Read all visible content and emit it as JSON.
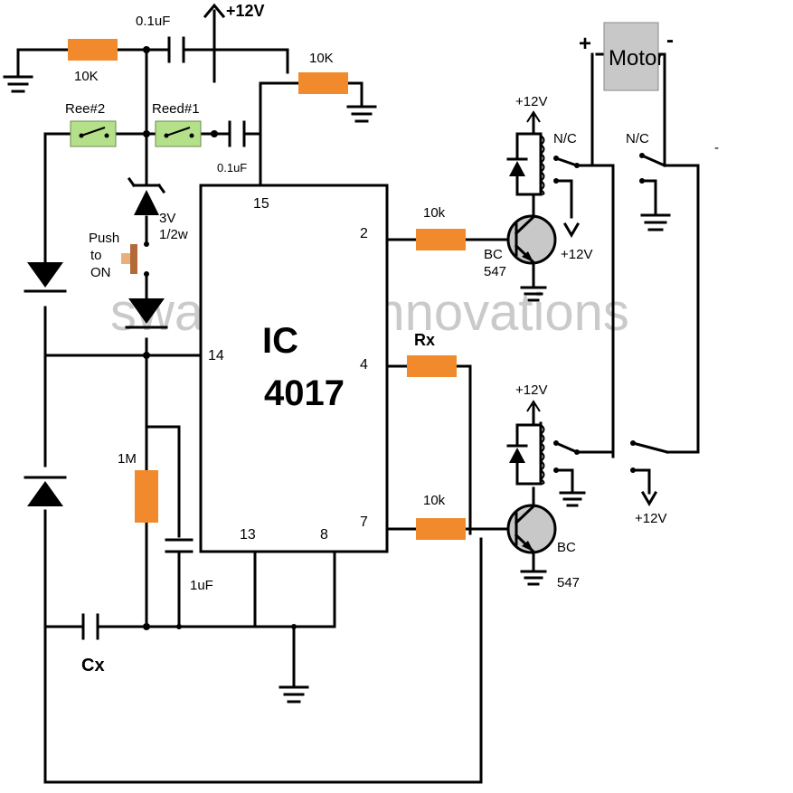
{
  "colors": {
    "resistor": "#f08a2c",
    "reed_switch": "#b5e08a",
    "motor_body": "#c8c8c8",
    "ic_body": "#ffffff",
    "watermark": "#b9b9b9"
  },
  "ic": {
    "line1": "IC",
    "line2": "4017"
  },
  "pins": {
    "p15": "15",
    "p14": "14",
    "p2": "2",
    "p4": "4",
    "p7": "7",
    "p13": "13",
    "p8": "8"
  },
  "supply": {
    "main": "+12V",
    "relay1": "+12V",
    "relay1_out": "+12V",
    "relay2": "+12V",
    "relay2_out": "+12V"
  },
  "resistors": {
    "r_top_left": "10K",
    "r_top_right": "10K",
    "r_pin2": "10k",
    "r_pin4": "Rx",
    "r_pin7": "10k",
    "r_1m": "1M"
  },
  "capacitors": {
    "c_top": "0.1uF",
    "c_pin15": "0.1uF",
    "c_1uf": "1uF",
    "c_x": "Cx"
  },
  "reeds": {
    "reed2": "Ree#2",
    "reed1": "Reed#1"
  },
  "zener": {
    "voltage": "3V",
    "power": "1/2w"
  },
  "push_button": {
    "line1": "Push",
    "line2": "to",
    "line3": "ON"
  },
  "transistors": {
    "t1_type": "BC",
    "t1_num": "547",
    "t2_type": "BC",
    "t2_num": "547"
  },
  "relays": {
    "nc1": "N/C",
    "nc2": "N/C"
  },
  "motor": {
    "label": "Motor",
    "plus": "+",
    "minus": "-",
    "dot": "-"
  },
  "watermark": "swagatam innovations"
}
